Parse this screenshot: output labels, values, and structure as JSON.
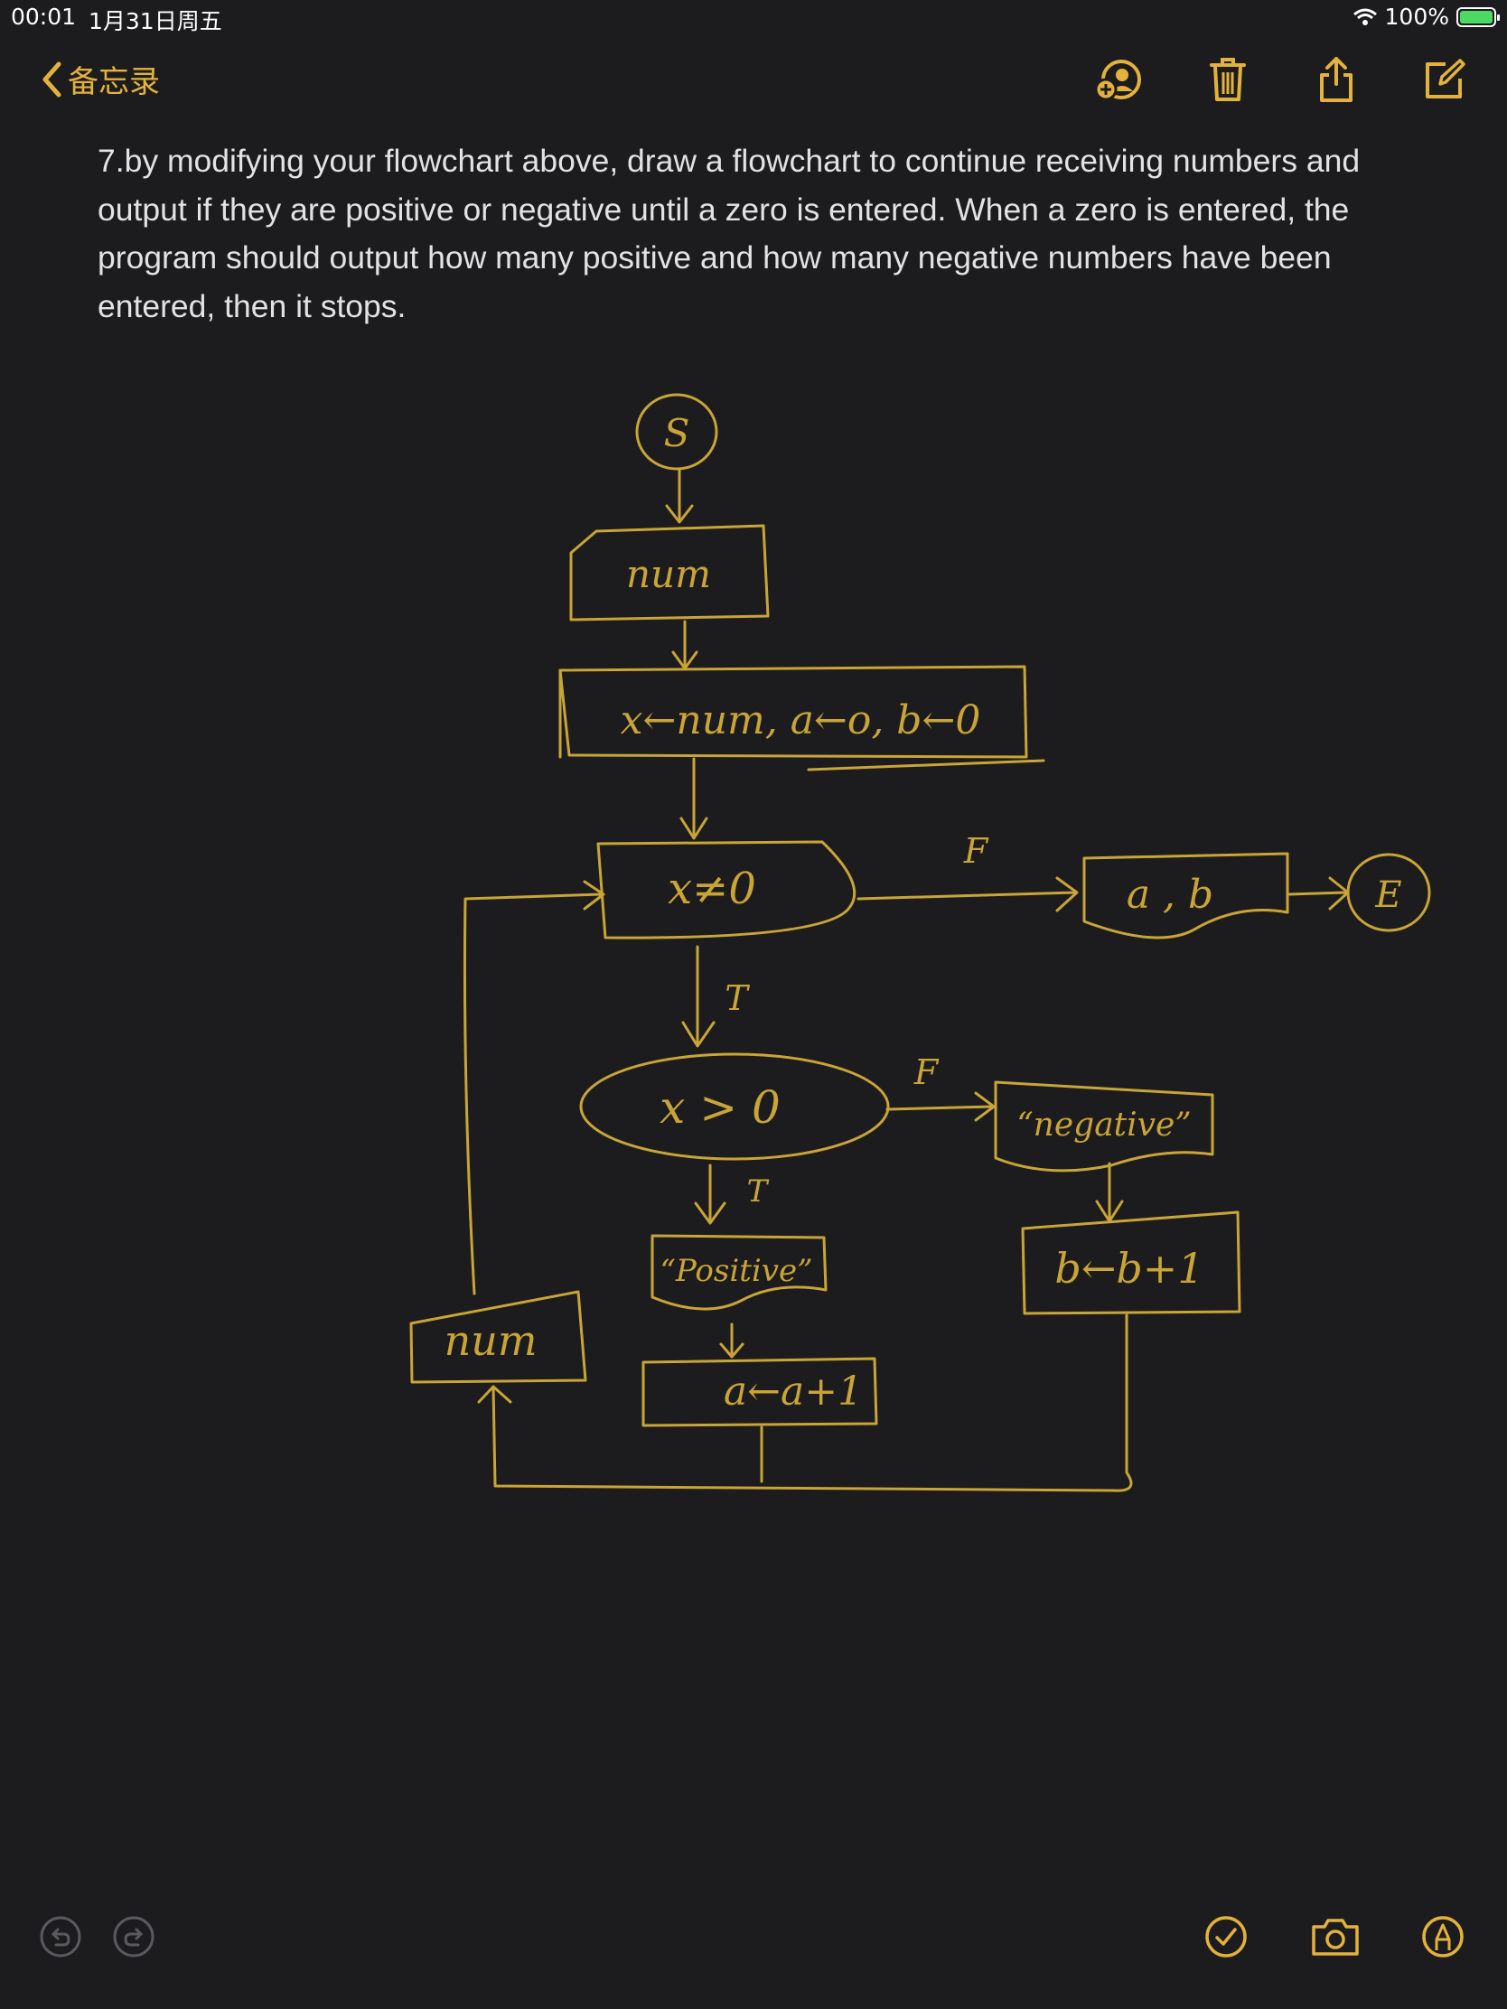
{
  "status_bar": {
    "time": "00:01",
    "date": "1月31日周五",
    "battery": "100%"
  },
  "nav": {
    "back_label": "备忘录"
  },
  "toolbar": {
    "icons": [
      "add-collaborator-icon",
      "trash-icon",
      "share-icon",
      "compose-icon"
    ]
  },
  "note": {
    "text": "7.by modifying your flowchart above, draw a flowchart to continue receiving numbers and output if they are positive or negative until a zero is entered. When a zero is entered, the program should output how many positive and how many negative numbers have been entered, then it stops."
  },
  "flowchart": {
    "start": "S",
    "input1": "num",
    "init": "x←num, a←o, b←0",
    "decision1": "x≠0",
    "decision1_false": "F",
    "decision1_true": "T",
    "output_counts": "a , b",
    "end": "E",
    "decision2": "x > 0",
    "decision2_false": "F",
    "decision2_true": "T",
    "output_negative": "“negative”",
    "output_positive": "“Positive”",
    "increment_b": "b←b+1",
    "increment_a": "a←a+1",
    "input2": "num",
    "ink_color": "#c9a437"
  },
  "bottom_bar": {
    "icons": [
      "undo-icon",
      "redo-icon",
      "checklist-icon",
      "camera-icon",
      "markup-icon"
    ]
  },
  "colors": {
    "accent": "#e3b23c",
    "background": "#1c1c1e"
  }
}
